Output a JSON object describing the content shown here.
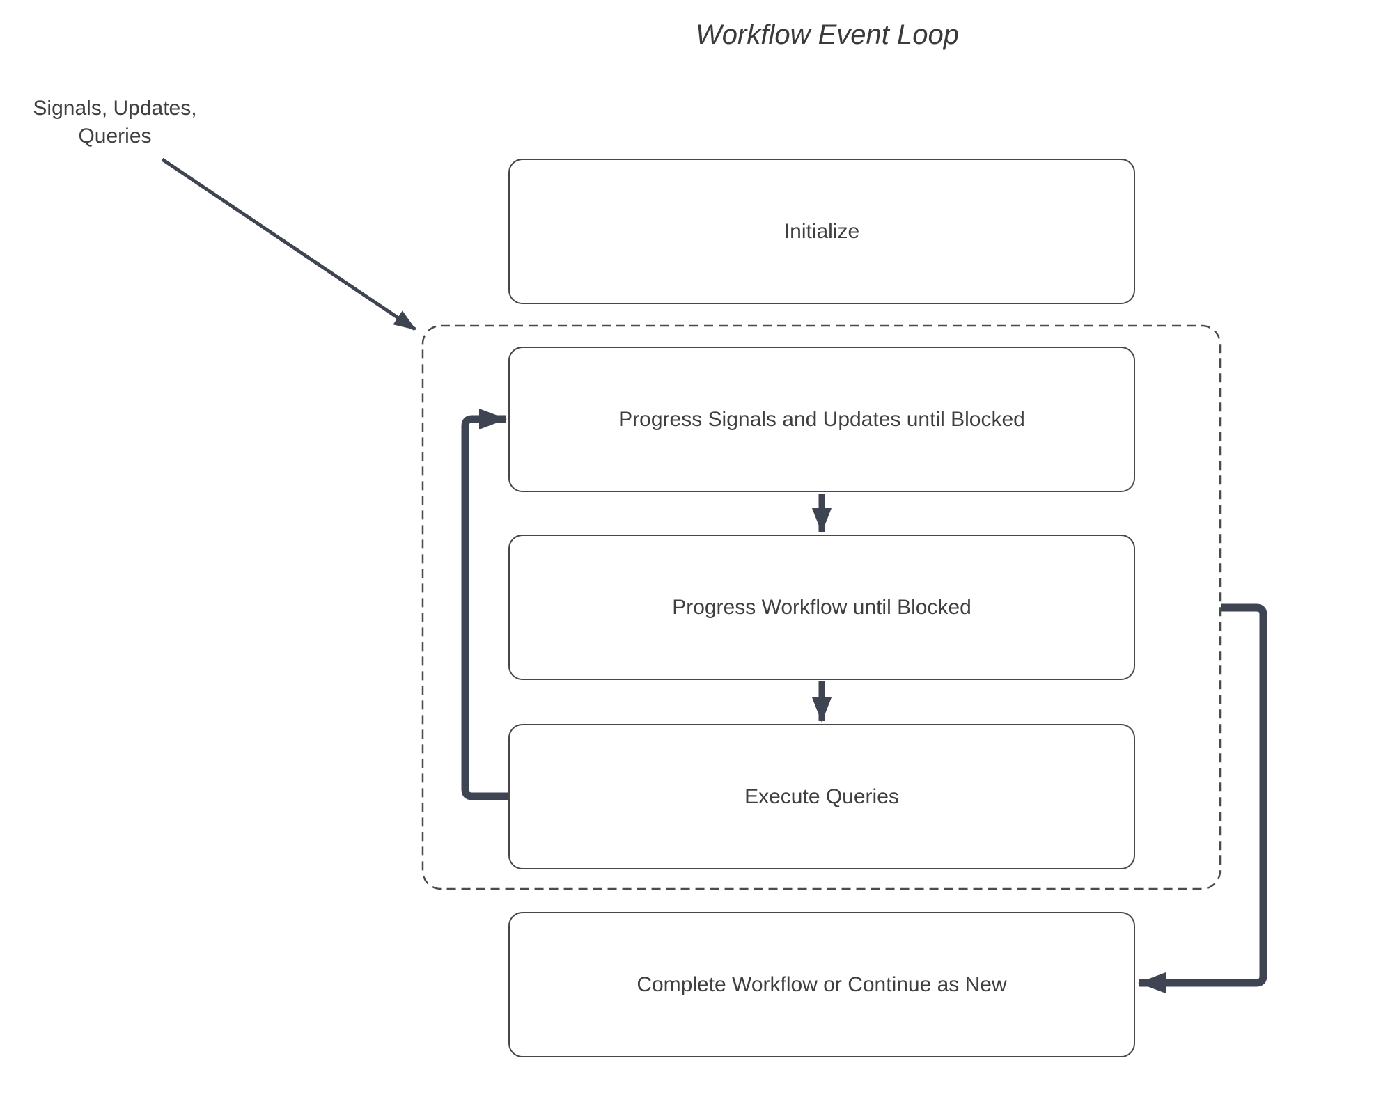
{
  "title": "Workflow Event Loop",
  "input_label": {
    "line1": "Signals, Updates,",
    "line2": "Queries"
  },
  "nodes": {
    "initialize": {
      "label": "Initialize"
    },
    "progress_signals": {
      "label": "Progress Signals and Updates until Blocked"
    },
    "progress_workflow": {
      "label": "Progress Workflow until Blocked"
    },
    "execute_queries": {
      "label": "Execute Queries"
    },
    "complete": {
      "label": "Complete Workflow or Continue as New"
    }
  },
  "colors": {
    "connector": "#3e4451",
    "box_border": "#474747",
    "dashed_border": "#4b4b4b",
    "text": "#3f3f3f",
    "background": "#ffffff"
  }
}
